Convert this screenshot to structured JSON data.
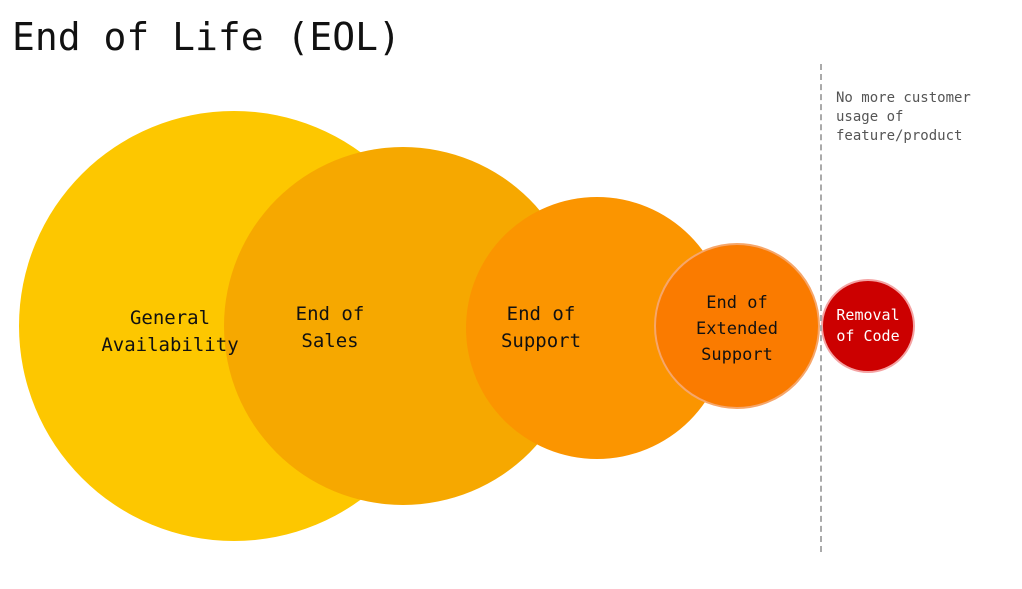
{
  "title": "End of Life (EOL)",
  "note": "No more customer\nusage of\nfeature/product",
  "colors": {
    "general_availability": "#FDC700",
    "end_of_sales": "#F6A800",
    "end_of_support": "#FB9500",
    "end_of_extended_support": "#FA7B00",
    "extended_support_border": "#F6A66A",
    "removal_of_code": "#CC0000",
    "removal_border": "#F4A3A3",
    "divider": "#AAAAAA"
  },
  "stages": [
    {
      "id": "general-availability",
      "label": "General\nAvailability"
    },
    {
      "id": "end-of-sales",
      "label": "End of\nSales"
    },
    {
      "id": "end-of-support",
      "label": "End of\nSupport"
    },
    {
      "id": "end-of-extended-support",
      "label": "End of\nExtended\nSupport"
    },
    {
      "id": "removal-of-code",
      "label": "Removal\nof Code"
    }
  ]
}
